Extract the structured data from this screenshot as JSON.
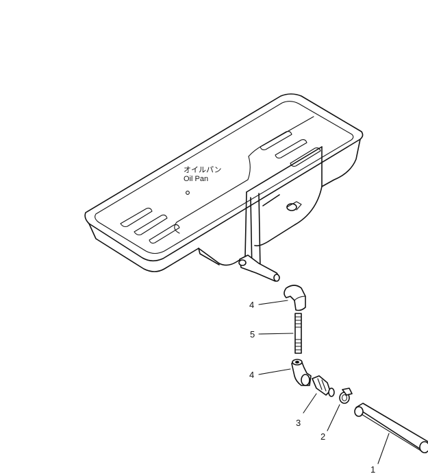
{
  "diagram": {
    "pan_label_jp": "オイルパン",
    "pan_label_en": "Oil Pan",
    "callouts": [
      {
        "id": "elbow-upper",
        "number": "4"
      },
      {
        "id": "pipe",
        "number": "5"
      },
      {
        "id": "elbow-lower",
        "number": "4"
      },
      {
        "id": "connector",
        "number": "3"
      },
      {
        "id": "clamp",
        "number": "2"
      },
      {
        "id": "hose",
        "number": "1"
      }
    ],
    "colors": {
      "line": "#111111",
      "background": "#ffffff"
    }
  }
}
